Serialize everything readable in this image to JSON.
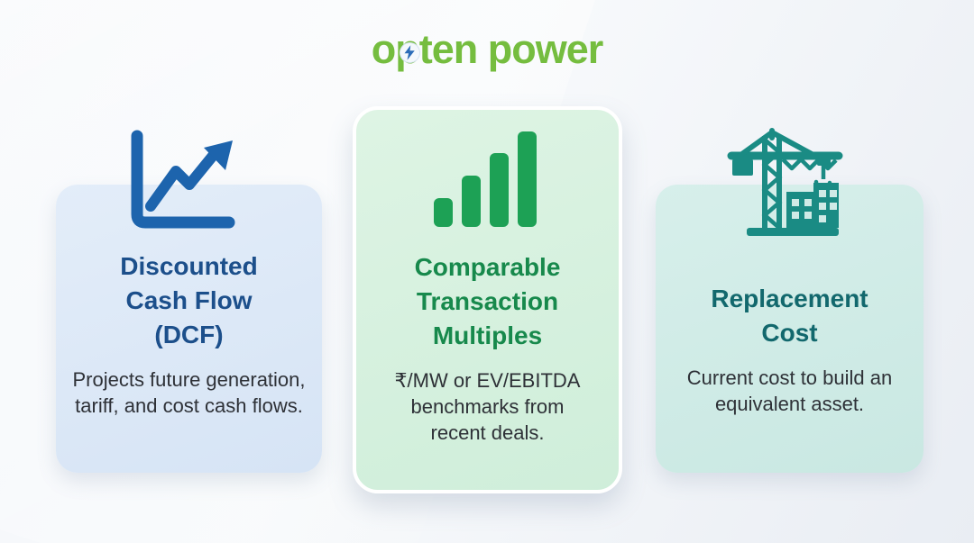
{
  "page": {
    "background_top": "#f3f6fa",
    "background_bottom": "#e9edf3"
  },
  "logo": {
    "text": "opten power",
    "text_color": "#75bd3f",
    "bolt_icon": "lightning-bolt",
    "bolt_color": "#2b6cb8"
  },
  "cards": [
    {
      "id": "discounted-cash-flow",
      "icon": "line-chart-growth-icon",
      "icon_color": "#1d64ad",
      "bg_color": "#dce8f7",
      "title": "Discounted Cash Flow (DCF)",
      "title_color": "#1c4f8b",
      "body": "Projects future generation, tariff, and cost cash flows."
    },
    {
      "id": "comparable-transaction-multiples",
      "icon": "bar-chart-icon",
      "icon_color": "#1da155",
      "bg_color": "#d6f0de",
      "title": "Comparable Transaction Multiples",
      "title_color": "#17894c",
      "body": "₹/MW or EV/EBITDA benchmarks from recent deals."
    },
    {
      "id": "replacement-cost",
      "icon": "construction-crane-icon",
      "icon_color": "#1a8b84",
      "bg_color": "#cfeae6",
      "title": "Replacement Cost",
      "title_color": "#12686d",
      "body": "Current cost to build an equivalent asset."
    }
  ]
}
